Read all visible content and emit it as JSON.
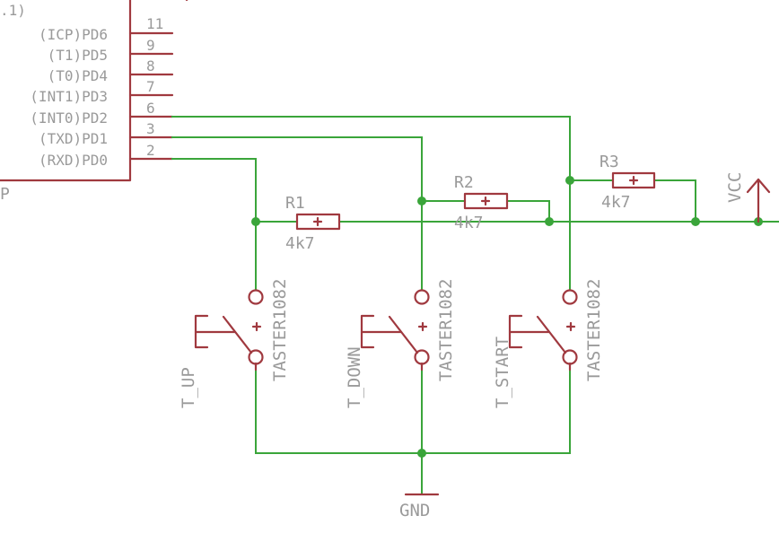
{
  "mcu": {
    "pins": [
      {
        "name": "(ICP)PD6",
        "number": "11"
      },
      {
        "name": "(T1)PD5",
        "number": "9"
      },
      {
        "name": "(T0)PD4",
        "number": "8"
      },
      {
        "name": "(INT1)PD3",
        "number": "7"
      },
      {
        "name": "(INT0)PD2",
        "number": "6"
      },
      {
        "name": "(TXD)PD1",
        "number": "3"
      },
      {
        "name": "(RXD)PD0",
        "number": "2"
      }
    ],
    "top_partial_text": ".1)",
    "left_partial_text": "P"
  },
  "resistors": [
    {
      "name": "R1",
      "value": "4k7"
    },
    {
      "name": "R2",
      "value": "4k7"
    },
    {
      "name": "R3",
      "value": "4k7"
    }
  ],
  "switches": [
    {
      "name": "T_UP",
      "value": "TASTER1082"
    },
    {
      "name": "T_DOWN",
      "value": "TASTER1082"
    },
    {
      "name": "T_START",
      "value": "TASTER1082"
    }
  ],
  "supply": {
    "vcc": "VCC",
    "gnd": "GND"
  },
  "colors": {
    "wire": "#3aa53a",
    "symbol": "#a0393f",
    "text": "#9a9a9a"
  }
}
